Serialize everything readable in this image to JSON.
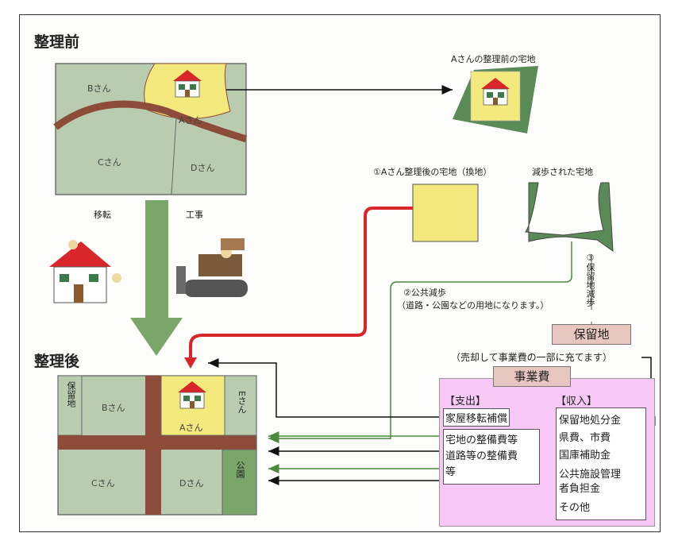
{
  "titles": {
    "before": "整理前",
    "after": "整理後"
  },
  "before_map": {
    "b": "Bさん",
    "a": "Aさん",
    "c": "Cさん",
    "d": "Dさん"
  },
  "before_captions": {
    "relocation": "移転",
    "construction": "工事"
  },
  "a_before_lot": "Aさんの整理前の宅地",
  "a_after_lot": "①Aさん整理後の宅地（換地）",
  "reduced_lot": "減歩された宅地",
  "reserve_reduction": "③保留地減歩",
  "public_reduction": {
    "line1": "②公共減歩",
    "line2": "（道路・公園などの用地になります。）"
  },
  "reserve_land": {
    "label": "保留地",
    "note": "（売却して事業費の一部に充てます）"
  },
  "after_map": {
    "reserve_vertical": "保留地",
    "b": "Bさん",
    "a": "Aさん",
    "e": "Eさん",
    "c": "Cさん",
    "d": "Dさん",
    "park": "公園"
  },
  "project_cost": {
    "title": "事業費",
    "expenses_header": "【支出】",
    "expenses": [
      "家屋移転補償",
      "宅地の整備費等",
      "道路等の整備費",
      "等"
    ],
    "income_header": "【収入】",
    "income": [
      "保留地処分金",
      "県費、市費",
      "国庫補助金",
      "公共施設管理",
      "者負担金",
      "その他"
    ]
  },
  "colors": {
    "lot_green": "#b9ccb0",
    "lot_yellow": "#f3e97c",
    "road_brown": "#8d4c3a",
    "arrow_green": "#7aa66a",
    "arrow_red": "#d9262a",
    "project_pink": "#f7c8f5",
    "reserve_tag": "#e8c6c0"
  },
  "icons": [
    "house-icon",
    "workers-roof-icon",
    "bulldozer-icon"
  ]
}
